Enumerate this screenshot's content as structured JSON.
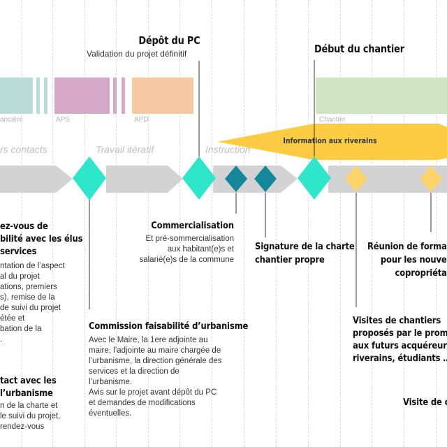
{
  "timeline": {
    "bars": [
      {
        "label": "ancière",
        "color": "#b9dcd6"
      },
      {
        "label": "APS",
        "color": "#d6a8c7"
      },
      {
        "label": "APD",
        "color": "#f7c9a3"
      },
      {
        "label": "Chantier",
        "color": "#cfe4c3"
      }
    ],
    "phases": [
      "rs contacts",
      "Travail itératif",
      "Instruction"
    ],
    "info_banner": "Information aux riverains",
    "milestone_colors": {
      "cyan": "#2ee6c9",
      "teal": "#14889a",
      "yellow": "#fcd46a",
      "banner": "#fbcc41",
      "arrow": "#d3d3d3"
    }
  },
  "top_labels": {
    "depot_pc": {
      "title": "Dépôt du PC",
      "subtitle": "Validation du projet définitif"
    },
    "debut_chantier": {
      "title": "Début du chantier"
    }
  },
  "annotations": {
    "rdv_elus": {
      "title_lines": [
        "ez-vous de",
        "bilité avec les élus",
        "services"
      ],
      "body_lines": [
        "ntation de l’aspect",
        "al du projet",
        "ations,  premiers",
        "s),  remise de la",
        "de suivi du projet",
        "étée et",
        "bation de la",
        "."
      ]
    },
    "contact_urbanisme": {
      "title_lines": [
        "tact avec les",
        "l’urbanisme"
      ],
      "body_lines": [
        "n de la charte et",
        "le suivi du projet,",
        "rendez-vous"
      ]
    },
    "commercialisation": {
      "title": "Commercialisation",
      "body_lines": [
        "Et pré-sommercialisation",
        "aux habitant(e)s et",
        "salarié(e)s de la commune"
      ]
    },
    "signature_charte": {
      "title_lines": [
        "Signature de la charte",
        "chantier propre"
      ]
    },
    "commission": {
      "title": "Commission faisabilité d’urbanisme",
      "body_lines": [
        "Avec le Maire, la 1ere adjointe au",
        "maire, l’adjointe au maire chargée de",
        "l’urbanisme, la direction générale des",
        "services et la direction de",
        "l’urbanisme.",
        "Avis sur le projet avant  dépôt du PC",
        "et demandes de modifications",
        "éventuelles."
      ]
    },
    "reunion_formation": {
      "title_lines": [
        "Réunion de format",
        "pour les nouvea",
        "copropriétai"
      ]
    },
    "visites_chantiers": {
      "title_lines": [
        "Visites de chantiers",
        "proposés par le promo",
        "aux futurs acquéreurs",
        "riverains, étudiants …"
      ]
    },
    "visite": {
      "title": "Visite de c"
    }
  }
}
